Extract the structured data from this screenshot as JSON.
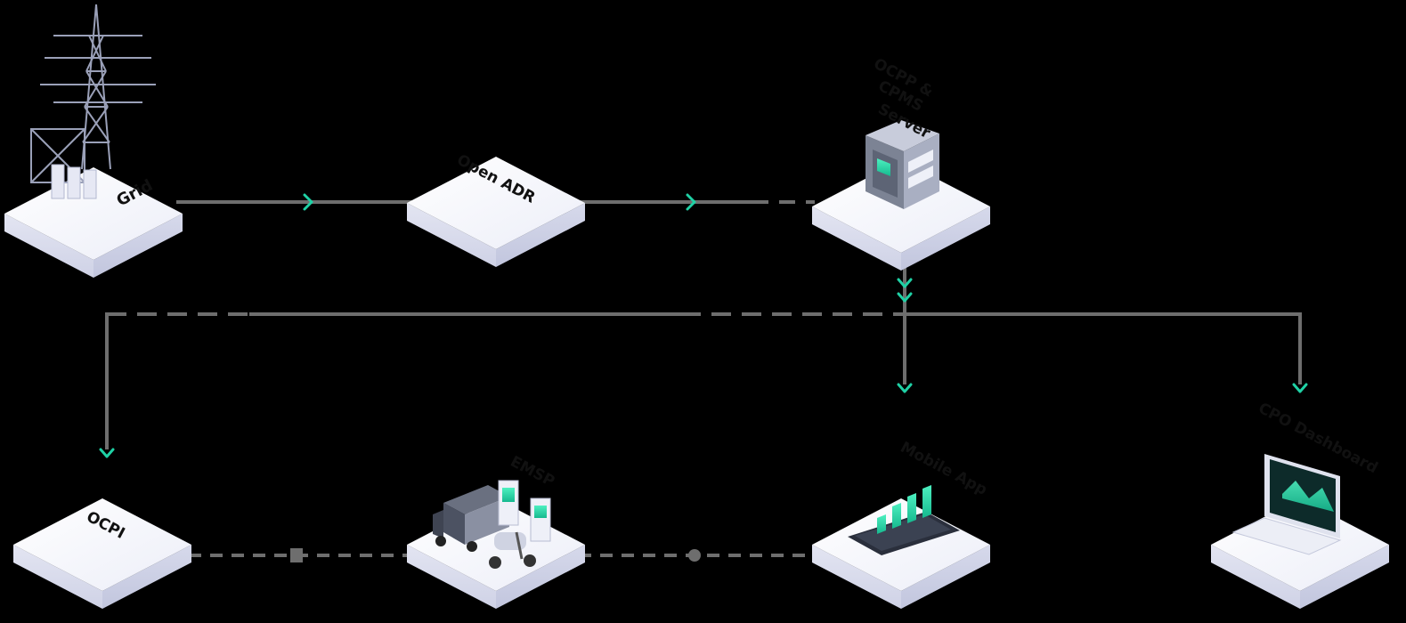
{
  "nodes": {
    "grid": {
      "label": "Grid"
    },
    "openadr": {
      "label": "Open ADR"
    },
    "ocpp_line1": "OCPP &",
    "ocpp_line2": "CPMS",
    "ocpp_line3": "Server",
    "ocpi": {
      "label": "OCPI"
    },
    "emsp": {
      "label": "EMSP"
    },
    "mobile": {
      "label": "Mobile App"
    },
    "cpo": {
      "label": "CPO Dashboard"
    }
  },
  "colors": {
    "background": "#000000",
    "connector": "#6e6e6e",
    "arrow_accent": "#1fd1a5",
    "platform_top": "#f6f7fc",
    "platform_side": "#d9dbea",
    "label_text": "#111111"
  },
  "icons": [
    "transmission-tower-icon",
    "server-icon",
    "truck-icon",
    "scooter-icon",
    "charger-icon",
    "bar-chart-phone-icon",
    "laptop-dashboard-icon"
  ]
}
